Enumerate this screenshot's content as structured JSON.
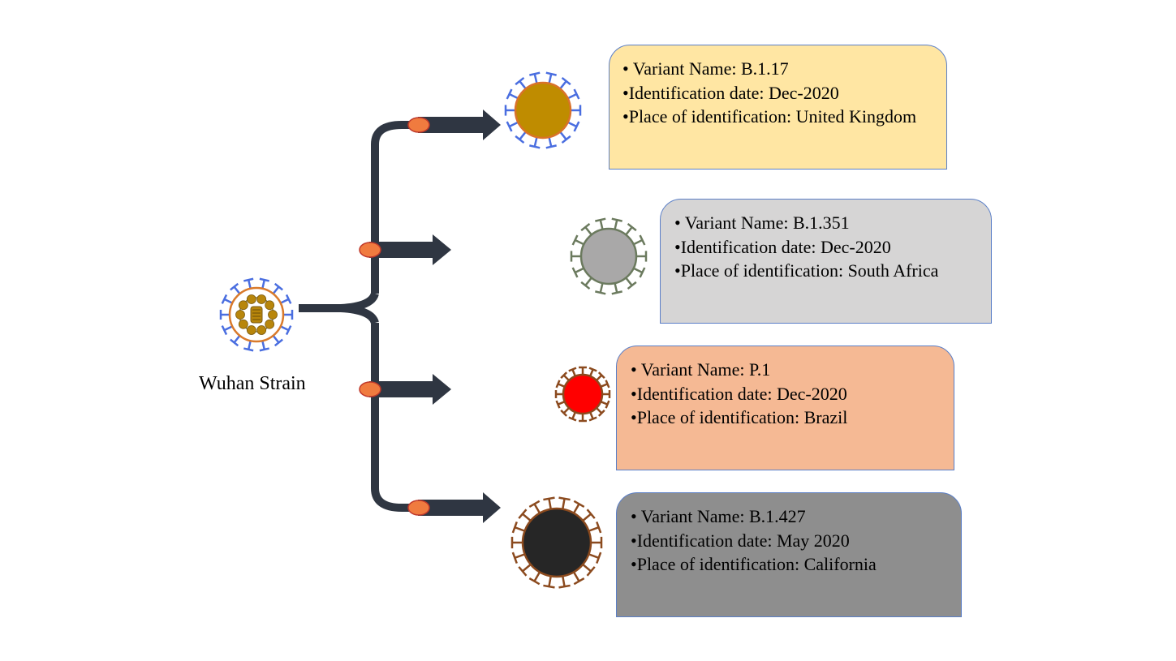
{
  "origin": {
    "label": "Wuhan Strain",
    "core_color": "#b8860b",
    "ring_color": "#d97a2b",
    "spike_color": "#4a6ee0"
  },
  "connector": {
    "trunk_color": "#2f3642",
    "node_color": "#f07b3f"
  },
  "variants": [
    {
      "lines": [
        "• Variant Name: B.1.17",
        "•Identification date: Dec-2020",
        "•Place of identification: United Kingdom"
      ],
      "card_color": "#ffe6a3",
      "virus_fill": "#bf8c00",
      "virus_ring": "#d9722a",
      "spike_color": "#4a6ee0"
    },
    {
      "lines": [
        "• Variant Name: B.1.351",
        "•Identification date: Dec-2020",
        "•Place of identification: South Africa"
      ],
      "card_color": "#d6d5d5",
      "virus_fill": "#a9a8a8",
      "virus_ring": "#6b7a5e",
      "spike_color": "#6b7a5e"
    },
    {
      "lines": [
        "• Variant Name: P.1",
        "•Identification date: Dec-2020",
        "•Place of identification: Brazil"
      ],
      "card_color": "#f5b994",
      "virus_fill": "#ff0000",
      "virus_ring": "#8b4a1e",
      "spike_color": "#8b4a1e"
    },
    {
      "lines": [
        "• Variant Name: B.1.427",
        "•Identification date: May 2020",
        "•Place of identification: California"
      ],
      "card_color": "#8e8e8e",
      "virus_fill": "#262626",
      "virus_ring": "#8b4a1e",
      "spike_color": "#8b4a1e"
    }
  ]
}
